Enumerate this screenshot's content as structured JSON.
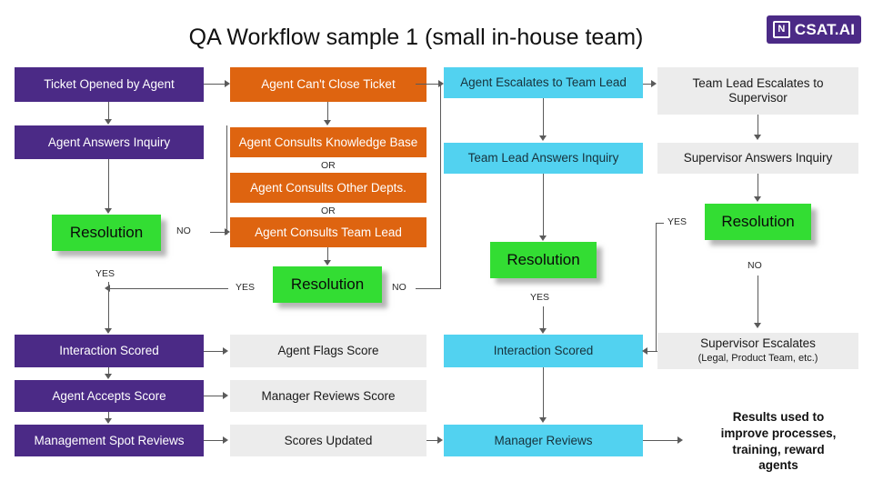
{
  "header": {
    "title": "QA Workflow sample 1 (small in-house team)",
    "logo": {
      "text": "CSAT.AI",
      "mark": "N"
    }
  },
  "colors": {
    "purple": "#4B2A86",
    "orange": "#DE6410",
    "cyan": "#52D2F0",
    "green": "#33DD33",
    "grey": "#ECECEC",
    "connector": "#5A5A5A"
  },
  "columns": {
    "agent": {
      "name": "Agent track",
      "nodes": [
        {
          "id": "ticket-opened",
          "label": "Ticket Opened by Agent"
        },
        {
          "id": "agent-answers",
          "label": "Agent Answers Inquiry"
        },
        {
          "id": "resolution",
          "label": "Resolution"
        },
        {
          "id": "interaction-scored",
          "label": "Interaction Scored"
        },
        {
          "id": "agent-accepts",
          "label": "Agent Accepts Score"
        },
        {
          "id": "mgmt-spot",
          "label": "Management Spot Reviews"
        }
      ]
    },
    "consult": {
      "name": "Consult track",
      "nodes": [
        {
          "id": "cant-close",
          "label": "Agent Can't Close Ticket"
        },
        {
          "id": "consult-kb",
          "label": "Agent Consults Knowledge Base"
        },
        {
          "id": "consult-depts",
          "label": "Agent Consults Other Depts."
        },
        {
          "id": "consult-lead",
          "label": "Agent Consults Team Lead"
        },
        {
          "id": "resolution",
          "label": "Resolution"
        },
        {
          "id": "flags-score",
          "label": "Agent Flags Score"
        },
        {
          "id": "mgr-reviews-score",
          "label": "Manager Reviews Score"
        },
        {
          "id": "scores-updated",
          "label": "Scores Updated"
        }
      ],
      "separators": [
        "OR",
        "OR"
      ]
    },
    "teamlead": {
      "name": "Team lead track",
      "nodes": [
        {
          "id": "escalates-lead",
          "label": "Agent Escalates to Team Lead"
        },
        {
          "id": "lead-answers",
          "label": "Team Lead Answers Inquiry"
        },
        {
          "id": "resolution",
          "label": "Resolution"
        },
        {
          "id": "interaction-scored",
          "label": "Interaction Scored"
        },
        {
          "id": "manager-reviews",
          "label": "Manager Reviews"
        }
      ]
    },
    "supervisor": {
      "name": "Supervisor track",
      "nodes": [
        {
          "id": "lead-escalates",
          "label": "Team Lead Escalates to Supervisor"
        },
        {
          "id": "sup-answers",
          "label": "Supervisor Answers Inquiry"
        },
        {
          "id": "resolution",
          "label": "Resolution"
        },
        {
          "id": "sup-escalates",
          "label": "Supervisor Escalates",
          "sublabel": "(Legal, Product Team, etc.)"
        }
      ]
    }
  },
  "decisions": {
    "agent_no": "NO",
    "agent_yes": "YES",
    "consult_yes": "YES",
    "consult_no": "NO",
    "teamlead_yes": "YES",
    "supervisor_yes": "YES",
    "supervisor_no": "NO"
  },
  "outcome": {
    "line1": "Results used to",
    "line2": "improve processes,",
    "line3": "training, reward",
    "line4": "agents"
  }
}
